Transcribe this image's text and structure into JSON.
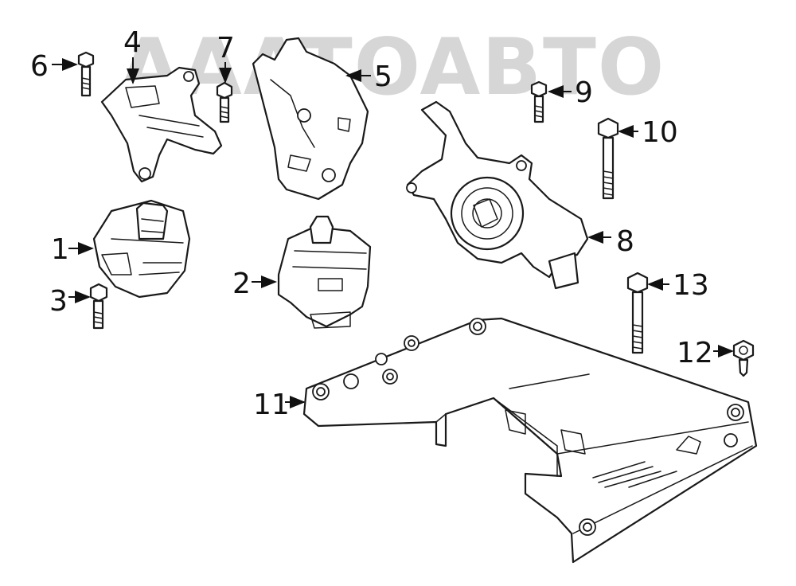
{
  "watermark": {
    "text": "AAATOABTO",
    "color": "#cfcfcf"
  },
  "callouts": [
    {
      "id": "callout-1",
      "label": "1"
    },
    {
      "id": "callout-2",
      "label": "2"
    },
    {
      "id": "callout-3",
      "label": "3"
    },
    {
      "id": "callout-4",
      "label": "4"
    },
    {
      "id": "callout-5",
      "label": "5"
    },
    {
      "id": "callout-6",
      "label": "6"
    },
    {
      "id": "callout-7",
      "label": "7"
    },
    {
      "id": "callout-8",
      "label": "8"
    },
    {
      "id": "callout-9",
      "label": "9"
    },
    {
      "id": "callout-10",
      "label": "10"
    },
    {
      "id": "callout-11",
      "label": "11"
    },
    {
      "id": "callout-12",
      "label": "12"
    },
    {
      "id": "callout-13",
      "label": "13"
    }
  ],
  "colors": {
    "line": "#1a1a1a",
    "background": "#ffffff"
  }
}
